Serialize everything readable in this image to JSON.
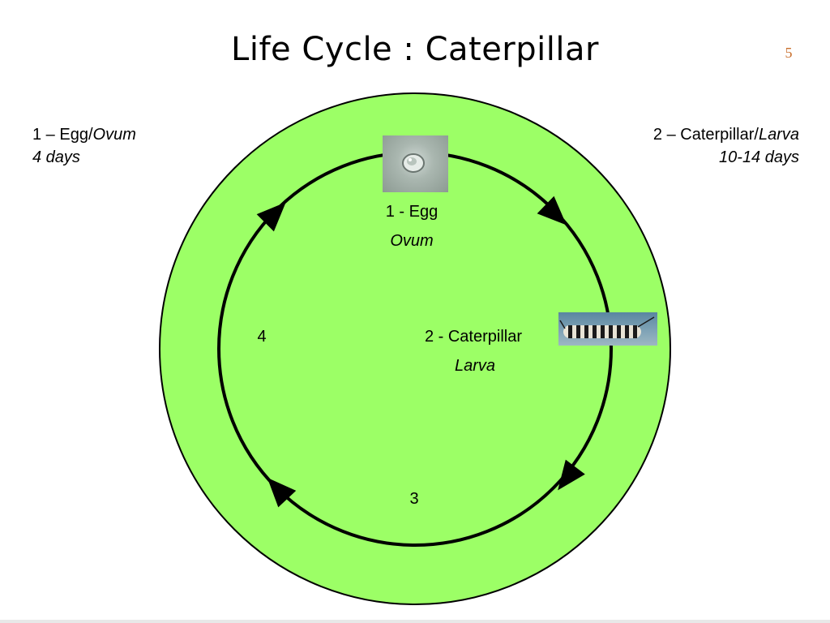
{
  "slide": {
    "title": "Life Cycle : Caterpillar",
    "page_number": "5",
    "page_number_color": "#c9702e"
  },
  "stages_info": {
    "left": {
      "name": "1 – Egg/",
      "name_italic": "Ovum",
      "duration": "4 days"
    },
    "right": {
      "name": "2 – Caterpillar/",
      "name_italic": "Larva",
      "duration": "10-14 days"
    }
  },
  "cycle": {
    "egg_label": "1 - Egg",
    "egg_latin": "Ovum",
    "caterpillar_label": "2 - Caterpillar",
    "caterpillar_latin": "Larva",
    "stage_3": "3",
    "stage_4": "4",
    "ring_color": "#9cff66",
    "ring_stroke": "#000000",
    "images": [
      "egg-photo",
      "caterpillar-photo"
    ]
  }
}
